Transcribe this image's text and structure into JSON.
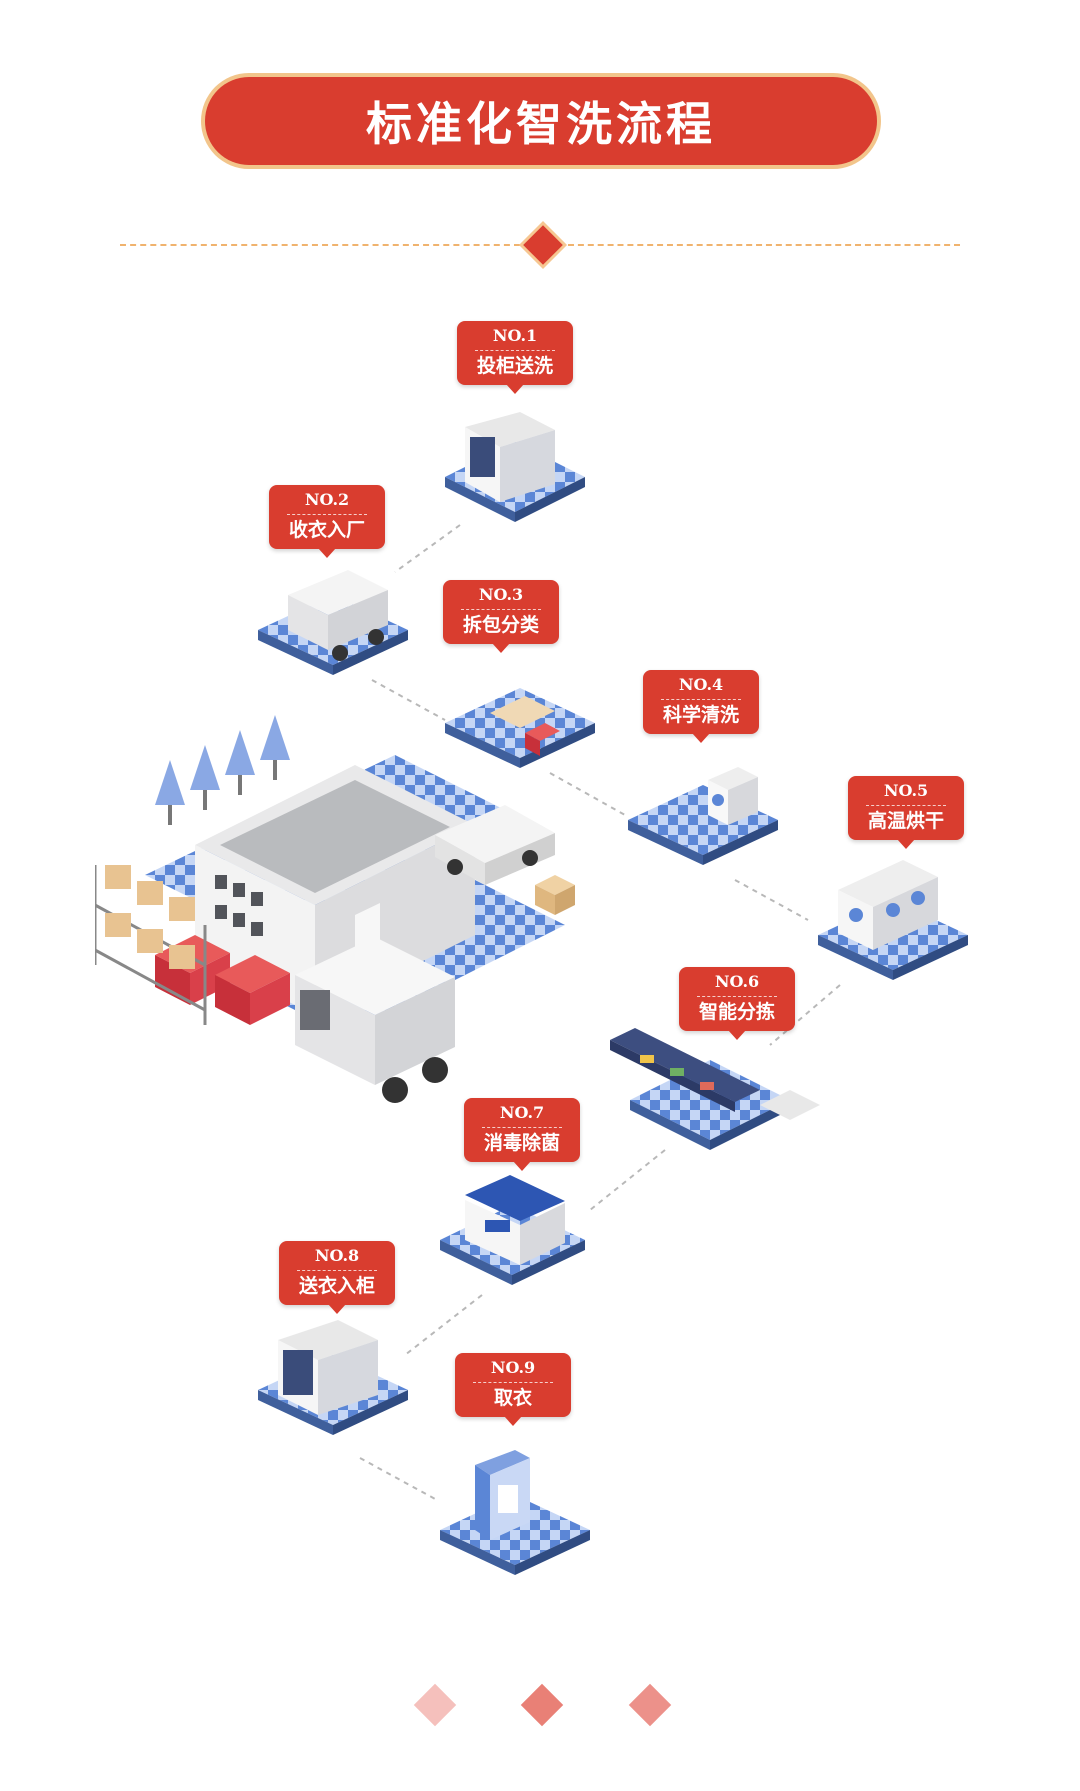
{
  "header": {
    "title": "标准化智洗流程"
  },
  "steps": [
    {
      "no": "NO.1",
      "label": "投柜送洗"
    },
    {
      "no": "NO.2",
      "label": "收衣入厂"
    },
    {
      "no": "NO.3",
      "label": "拆包分类"
    },
    {
      "no": "NO.4",
      "label": "科学清洗"
    },
    {
      "no": "NO.5",
      "label": "高温烘干"
    },
    {
      "no": "NO.6",
      "label": "智能分拣"
    },
    {
      "no": "NO.7",
      "label": "消毒除菌"
    },
    {
      "no": "NO.8",
      "label": "送衣入柜"
    },
    {
      "no": "NO.9",
      "label": "取衣"
    }
  ],
  "colors": {
    "accent": "#d93d2f",
    "tile_blue": "#5b86d6",
    "tile_light": "#c5d6f5",
    "trim": "#f2c58b"
  },
  "icons": [
    "locker-scene",
    "truck-scene",
    "sorting-table-scene",
    "washing-machine-scene",
    "dryer-scene",
    "conveyor-scene",
    "disinfection-room-scene",
    "locker-delivery-scene",
    "phone-pickup-scene",
    "factory-scene"
  ]
}
